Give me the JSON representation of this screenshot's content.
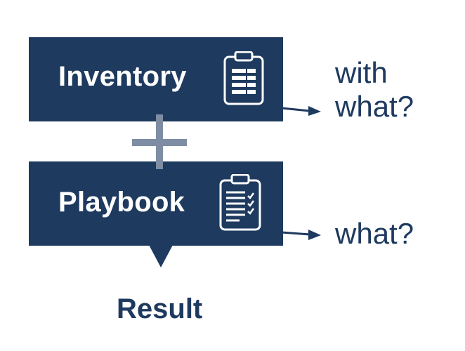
{
  "inventory": {
    "label": "Inventory",
    "icon": "clipboard-list-icon",
    "question_line1": "with",
    "question_line2": "what?"
  },
  "playbook": {
    "label": "Playbook",
    "icon": "clipboard-checklist-icon",
    "question": "what?"
  },
  "result": {
    "label": "Result"
  },
  "colors": {
    "box": "#1e3a5f",
    "plus": "#7e8da3",
    "text": "#1e3a5f",
    "background": "#ffffff"
  }
}
